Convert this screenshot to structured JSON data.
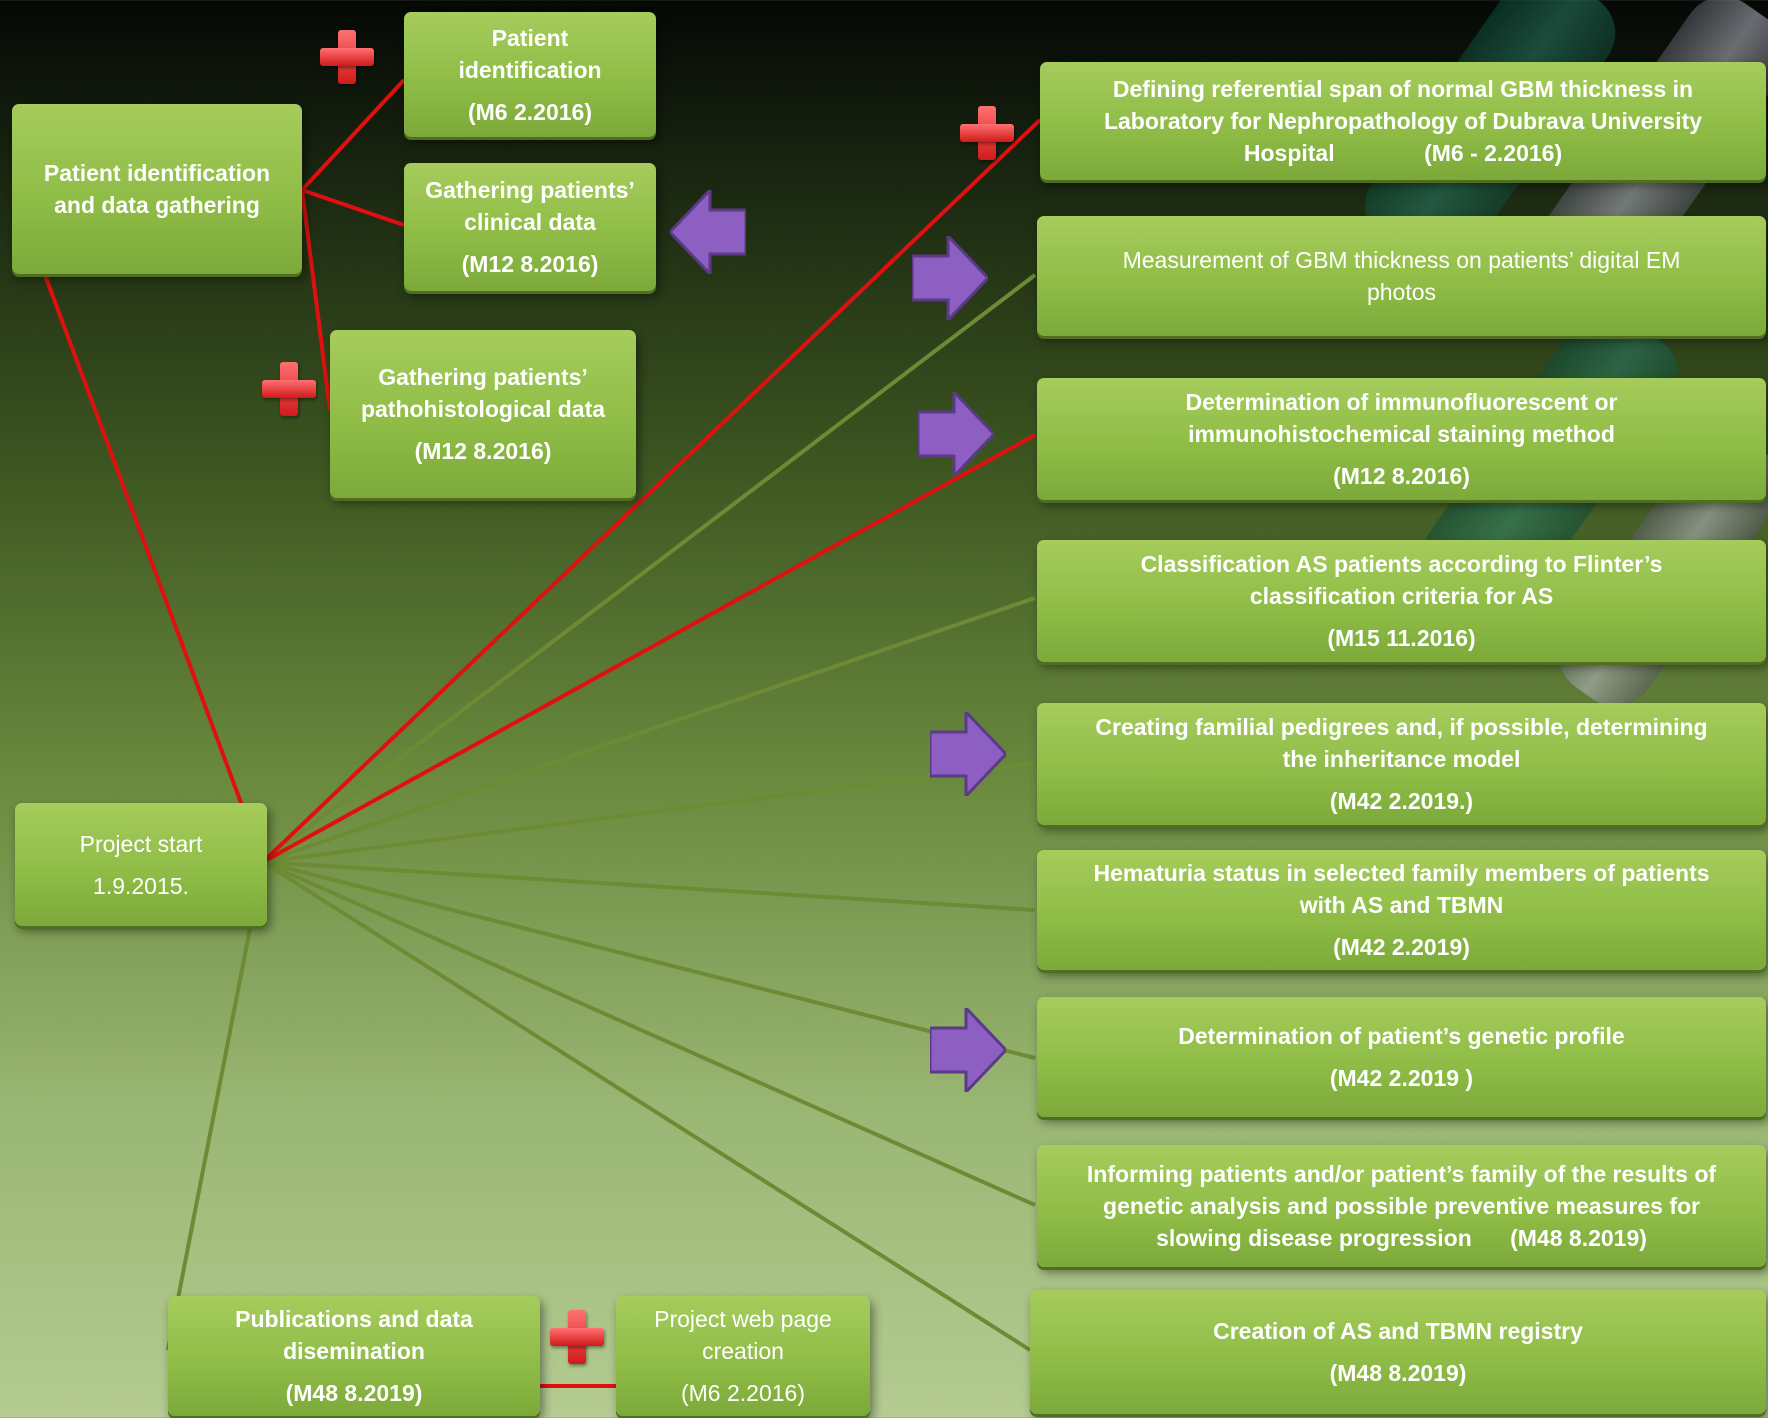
{
  "left": {
    "gathering": {
      "line1": "Patient identification",
      "line2": "and data gathering"
    },
    "start": {
      "line1": "Project  start",
      "line2": "1.9.2015."
    },
    "publications": {
      "line1": "Publications and data",
      "line2": "disemination",
      "date": "(M48 8.2019)"
    },
    "webpage": {
      "line1": "Project  web page",
      "line2": "creation",
      "date": "(M6 2.2016)"
    }
  },
  "sub": {
    "identification": {
      "line1": "Patient",
      "line2": "identification",
      "date": "(M6 2.2016)"
    },
    "clinical": {
      "line1": "Gathering patients’",
      "line2": "clinical data",
      "date": "(M12 8.2016)"
    },
    "patho": {
      "line1": "Gathering patients’",
      "line2": "pathohistological data",
      "date": "(M12 8.2016)"
    }
  },
  "right": {
    "defining": {
      "line1": "Defining referential span of normal GBM thickness in",
      "line2": "Laboratory for Nephropathology of Dubrava University",
      "line3": "Hospital              (M6 - 2.2016)"
    },
    "measurement": {
      "line1": "Measurement of GBM thickness on patients’  digital EM",
      "line2": "photos"
    },
    "staining": {
      "line1": "Determination of immunofluorescent or",
      "line2": "immunohistochemical staining method",
      "date": "(M12 8.2016)"
    },
    "classification": {
      "line1": "Classification AS patients according to Flinter’s",
      "line2": "classification criteria for AS",
      "date": "(M15 11.2016)"
    },
    "pedigrees": {
      "line1": "Creating familial pedigrees and, if possible,  determining",
      "line2": "the inheritance model",
      "date": "(M42 2.2019.)"
    },
    "hematuria": {
      "line1": "Hematuria status in selected family members of patients",
      "line2": "with AS and TBMN",
      "date": "(M42 2.2019)"
    },
    "genetic": {
      "line1": "Determination of patient’s genetic profile",
      "date": "(M42 2.2019 )"
    },
    "informing": {
      "line1": "Informing patients and/or patient’s family of the results of",
      "line2": "genetic analysis and possible preventive measures for",
      "line3": "slowing disease progression      (M48 8.2019)"
    },
    "registry": {
      "line1": "Creation of  AS and TBMN registry",
      "date": "(M48 8.2019)"
    }
  },
  "icons": {
    "cross": "red-plus-icon",
    "arrow": "purple-arrow-icon"
  },
  "colors": {
    "box": "#8dbb45",
    "red_line": "#e01010",
    "green_line": "#6c8b34",
    "arrow": "#8e5fc2",
    "cross": "#e02020"
  }
}
